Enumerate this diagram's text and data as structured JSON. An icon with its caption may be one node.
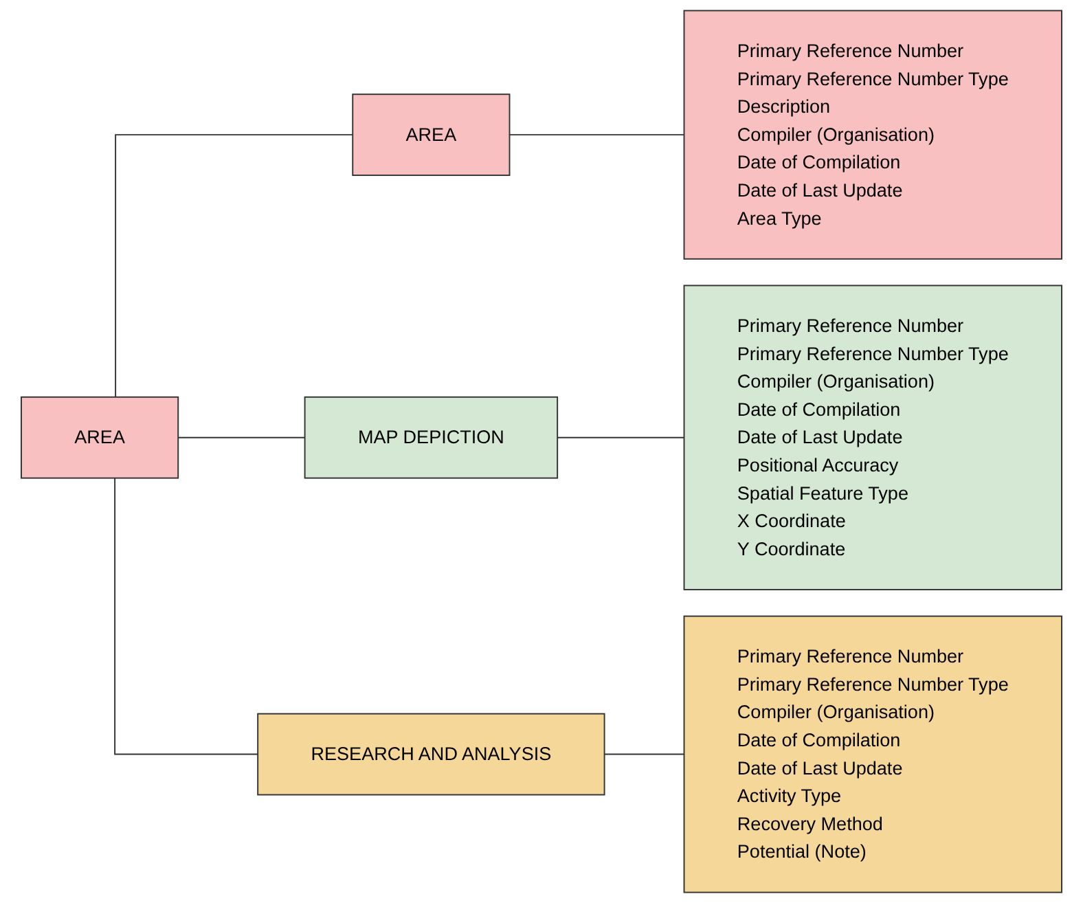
{
  "diagram": {
    "nodes": [
      {
        "text": [
          "AREA"
        ]
      },
      {
        "text": [
          "AREA"
        ]
      },
      {
        "text": [
          "Primary Reference Number",
          "Primary Reference Number Type",
          "Description",
          "Compiler (Organisation)",
          "Date of Compilation",
          "Date of Last Update",
          "Area Type"
        ]
      },
      {
        "text": [
          "MAP DEPICTION"
        ]
      },
      {
        "text": [
          "Primary Reference Number",
          "Primary Reference Number Type",
          "Compiler (Organisation)",
          "Date of Compilation",
          "Date of Last Update",
          "Positional Accuracy",
          "Spatial Feature Type",
          "X Coordinate",
          "Y Coordinate"
        ]
      },
      {
        "text": [
          "RESEARCH AND ANALYSIS"
        ]
      },
      {
        "text": [
          "Primary Reference Number",
          "Primary Reference Number Type",
          "Compiler (Organisation)",
          "Date of Compilation",
          "Date of Last Update",
          "Activity Type",
          "Recovery Method",
          "Potential (Note)"
        ]
      }
    ],
    "edges": [
      {
        "from": 0,
        "to": 1,
        "arrow": "none"
      },
      {
        "from": 1,
        "to": 2,
        "arrow": "none"
      },
      {
        "from": 0,
        "to": 3,
        "arrow": "none"
      },
      {
        "from": 3,
        "to": 4,
        "arrow": "none"
      },
      {
        "from": 0,
        "to": 5,
        "arrow": "none"
      },
      {
        "from": 5,
        "to": 6,
        "arrow": "none"
      }
    ]
  }
}
